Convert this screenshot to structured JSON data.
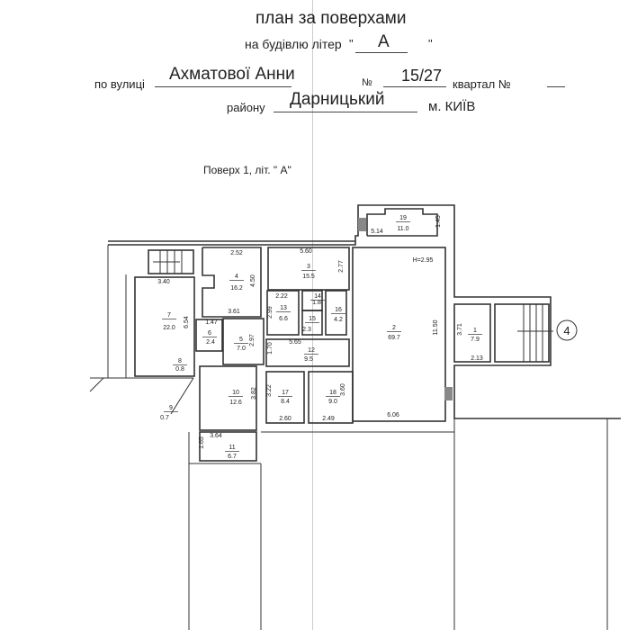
{
  "header": {
    "title": "план за поверхами",
    "building_label": "на будівлю літер",
    "building_letter": "А",
    "street_label": "по вулиці",
    "street": "Ахматової Анни",
    "number_label": "№",
    "number": "15/27",
    "block_label": "квартал №",
    "district_label": "району",
    "district": "Дарницький",
    "city": "м. КИЇВ"
  },
  "floor_label": "Поверх  1,  літ. \" А\"",
  "ceiling_height": "H=2.95",
  "entrance_marker": "4",
  "rooms": {
    "r1": {
      "num": "1",
      "area": "7.9",
      "d1": "3.71",
      "d2": "2.13"
    },
    "r2": {
      "num": "2",
      "area": "69.7",
      "d1": "11.50",
      "d2": "6.06"
    },
    "r3": {
      "num": "3",
      "area": "15.5",
      "d1": "5.60",
      "d2": "2.77"
    },
    "r4": {
      "num": "4",
      "area": "16.2",
      "d1": "2.52",
      "d2": "4.50",
      "d3": "3.61"
    },
    "r5": {
      "num": "5",
      "area": "7.0",
      "d1": "2.97"
    },
    "r6": {
      "num": "6",
      "area": "2.4",
      "d1": "1.47"
    },
    "r7": {
      "num": "7",
      "area": "22.0",
      "d1": "3.40",
      "d2": "6.54"
    },
    "r8": {
      "num": "8",
      "area": "0.8"
    },
    "r9": {
      "num": "9",
      "area": "0.7"
    },
    "r10": {
      "num": "10",
      "area": "12.6",
      "d1": "3.82"
    },
    "r11": {
      "num": "11",
      "area": "6.7",
      "d1": "3.64",
      "d2": "1.65"
    },
    "r12": {
      "num": "12",
      "area": "9.5",
      "d1": "5.65",
      "d2": "1.70"
    },
    "r13": {
      "num": "13",
      "area": "6.6",
      "d1": "2.22",
      "d2": "2.99"
    },
    "r14": {
      "num": "14",
      "area": "1.8"
    },
    "r15": {
      "num": "15",
      "area": "2.3"
    },
    "r16": {
      "num": "16",
      "area": "4.2"
    },
    "r17": {
      "num": "17",
      "area": "8.4",
      "d1": "3.22",
      "d2": "2.60"
    },
    "r18": {
      "num": "18",
      "area": "9.0",
      "d1": "3.60",
      "d2": "2.49"
    },
    "r19": {
      "num": "19",
      "area": "11.0",
      "d1": "5.14",
      "d2": "1.45"
    }
  }
}
